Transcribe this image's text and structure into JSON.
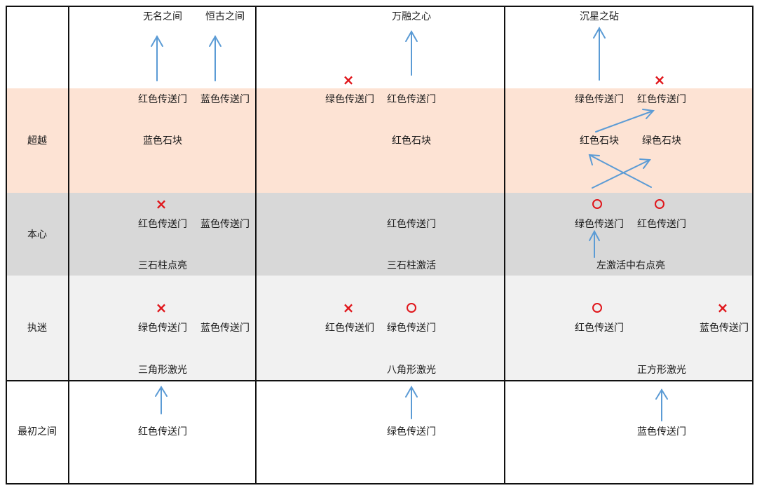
{
  "rows": {
    "chaoyue": "超越",
    "benxin": "本心",
    "zhimi": "执迷",
    "zuichu": "最初之间"
  },
  "col1": {
    "top_left": "无名之间",
    "top_right": "恒古之间",
    "chaoyue_gate_left": "红色传送门",
    "chaoyue_gate_right": "蓝色传送门",
    "chaoyue_block": "蓝色石块",
    "benxin_gate_left": "红色传送门",
    "benxin_gate_right": "蓝色传送门",
    "benxin_note": "三石柱点亮",
    "zhimi_gate_left": "绿色传送门",
    "zhimi_gate_right": "蓝色传送门",
    "zhimi_note": "三角形激光",
    "zuichu_gate": "红色传送门"
  },
  "col2": {
    "top": "万融之心",
    "chaoyue_gate_left": "绿色传送门",
    "chaoyue_gate_right": "红色传送门",
    "chaoyue_block": "红色石块",
    "benxin_gate": "红色传送门",
    "benxin_note": "三石柱激活",
    "zhimi_gate_left": "红色传送们",
    "zhimi_gate_right": "绿色传送门",
    "zhimi_note": "八角形激光",
    "zuichu_gate": "绿色传送门"
  },
  "col3": {
    "top": "沉星之砧",
    "chaoyue_gate_left": "绿色传送门",
    "chaoyue_gate_right": "红色传送门",
    "chaoyue_block_left": "红色石块",
    "chaoyue_block_right": "绿色石块",
    "benxin_gate_left": "绿色传送门",
    "benxin_gate_right": "红色传送门",
    "benxin_note": "左激活中右点亮",
    "zhimi_gate_left": "红色传送门",
    "zhimi_gate_right": "蓝色传送门",
    "zhimi_note": "正方形激光",
    "zuichu_gate": "蓝色传送门"
  },
  "colors": {
    "chaoyue_bg": "#fde3d4",
    "benxin_bg": "#d8d8d8",
    "zhimi_bg": "#f1f1f1",
    "arrow": "#5b9bd5",
    "mark": "#e0161b"
  },
  "marks": {
    "cross": "×",
    "circle": "○"
  }
}
